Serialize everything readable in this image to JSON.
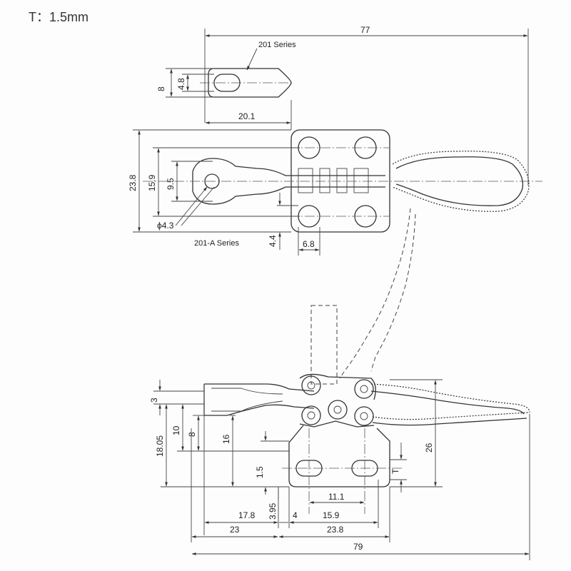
{
  "thickness_note": "T：1.5mm",
  "labels": {
    "series_201": "201 Series",
    "series_201a": "201-A Series"
  },
  "dims": {
    "d77": "77",
    "d8": "8",
    "d48": "4.8",
    "d201": "20.1",
    "d238v": "23.8",
    "d159": "15.9",
    "d95": "9.5",
    "d43": "ϕ4.3",
    "d44": "4.4",
    "d68": "6.8",
    "d3": "3",
    "d1805": "18.05",
    "d10": "10",
    "d8b": "8",
    "d16": "16",
    "d15": "1.5",
    "d395": "3.95",
    "d26": "26",
    "dT": "T",
    "d111": "11.1",
    "d178": "17.8",
    "d4": "4",
    "d159b": "15.9",
    "d23": "23",
    "d238h": "23.8",
    "d79": "79"
  }
}
